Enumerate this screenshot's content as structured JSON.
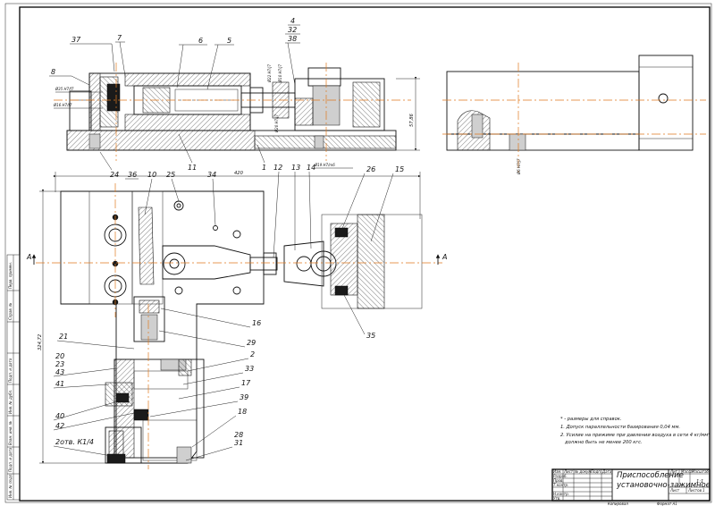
{
  "drawing": {
    "overall_width_dim": "420",
    "overall_height_dim": "324,72",
    "section_marker": "A",
    "right_height_dim": "57,86",
    "dim_right_small": "Ø6 H7/j7"
  },
  "fit_labels": {
    "f1": "Ø35 H7/f7",
    "f2": "Ø16 H7/f7",
    "f3": "Ø22 H7/j7",
    "f4": "Ø10 H7/j7",
    "f5": "Ø20 H7/j7",
    "f6": "Ø19 H7/m6",
    "f7": "Ø6 H7/j7"
  },
  "callouts": {
    "top": [
      "37",
      "7",
      "6",
      "5",
      "8",
      "4",
      "32",
      "38"
    ],
    "mid": [
      "24",
      "36",
      "10",
      "25",
      "34",
      "11",
      "1",
      "12",
      "13",
      "14",
      "26",
      "15"
    ],
    "side": [
      "16",
      "29",
      "21",
      "20",
      "23",
      "43",
      "41",
      "40",
      "42",
      "2",
      "33",
      "17",
      "39",
      "18",
      "28",
      "31",
      "35"
    ],
    "thread": "2отв. К1/4"
  },
  "notes": {
    "line0": "* - размеры для справок.",
    "line1": "1. Допуск параллельности базирования 0,04 мм.",
    "line2": "2. Усилие на прижиме при давлении воздуха в сети 4 кг/мм²",
    "line3": "должно быть не менее 200 кгс."
  },
  "title_block": {
    "title_line1": "Приспособление",
    "title_line2": "установочно-зажимное",
    "col_lit": "Лит.",
    "col_mass": "Масса",
    "col_scale": "Масштаб",
    "scale_value": "1:1",
    "sheet": "Лист",
    "sheets": "Листов",
    "sheets_value": "1",
    "izm": "Изм.",
    "list": "Лист",
    "doc_no": "№ докум.",
    "sign": "Подп.",
    "date": "Дата",
    "razrab": "Разраб.",
    "prov": "Пров.",
    "tkontr": "Т.контр.",
    "nkontr": "Н.контр.",
    "utv": "Утв.",
    "copied": "Копировал",
    "format": "Формат  А1"
  },
  "left_strip": {
    "s1": "Перв. примен.",
    "s2": "Справ. №",
    "s3": "Подп. и дата",
    "s4": "Инв. № дубл.",
    "s5": "Взам. инв. №",
    "s6": "Подп. и дата",
    "s7": "Инв. № подл."
  }
}
